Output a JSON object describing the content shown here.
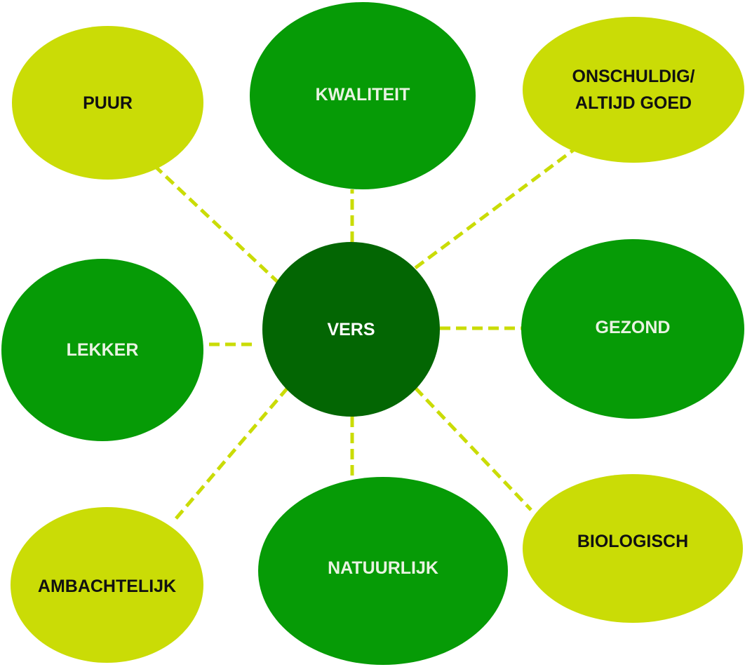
{
  "diagram": {
    "type": "mind-map",
    "colors": {
      "center": "#036603",
      "dark_green": "#069b06",
      "lime": "#cadc06",
      "connector": "#cadc06",
      "dark_text": "#111111",
      "light_text": "#e9f3e2"
    },
    "center": {
      "label": "VERS"
    },
    "nodes": [
      {
        "id": "kwaliteit",
        "lines": [
          "KWALITEIT"
        ],
        "style": "dark"
      },
      {
        "id": "puur",
        "lines": [
          "PUUR"
        ],
        "style": "light"
      },
      {
        "id": "onschuldig",
        "lines": [
          "ONSCHULDIG/",
          "ALTIJD GOED"
        ],
        "style": "light"
      },
      {
        "id": "lekker",
        "lines": [
          "LEKKER"
        ],
        "style": "dark"
      },
      {
        "id": "gezond",
        "lines": [
          "GEZOND"
        ],
        "style": "dark"
      },
      {
        "id": "ambachtelijk",
        "lines": [
          "AMBACHTELIJK"
        ],
        "style": "light"
      },
      {
        "id": "natuurlijk",
        "lines": [
          "NATUURLIJK"
        ],
        "style": "dark"
      },
      {
        "id": "biologisch",
        "lines": [
          "BIOLOGISCH"
        ],
        "style": "light"
      }
    ]
  }
}
